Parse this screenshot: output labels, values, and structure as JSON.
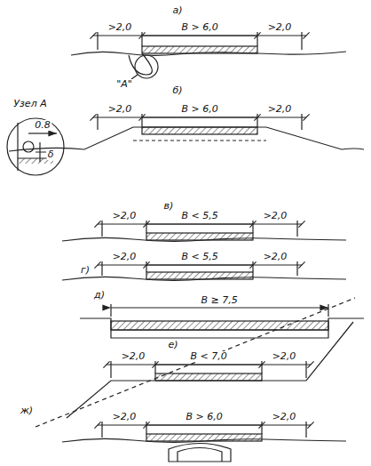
{
  "diagram": {
    "labels": [
      "а)",
      ">2,0",
      "B > 6,0",
      ">2,0",
      "\"А\"",
      "б)",
      ">2,0",
      "B > 6,0",
      ">2,0",
      "Узел А",
      "0.8",
      "δ",
      "в)",
      ">2,0",
      "B < 5,5",
      ">2,0",
      "г)",
      ">2,0",
      "B < 5,5",
      ">2,0",
      "д)",
      "B ≥ 7,5",
      "е)",
      ">2,0",
      "B < 7,0",
      ">2,0",
      "ж)",
      ">2,0",
      "B > 6,0",
      ">2,0"
    ]
  }
}
